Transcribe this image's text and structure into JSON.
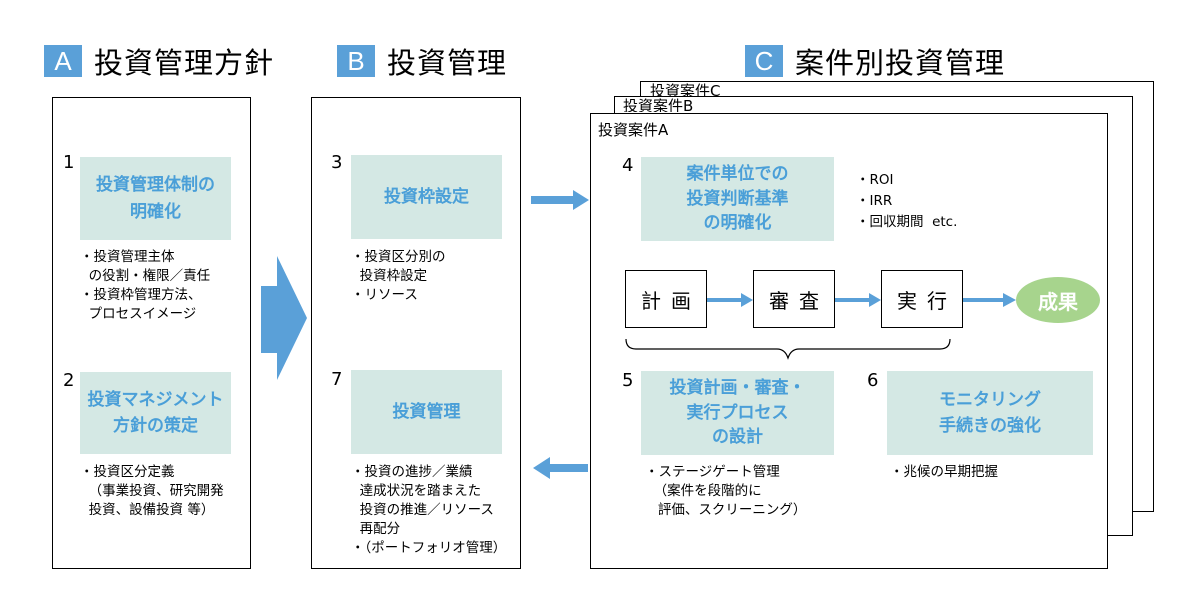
{
  "sections": {
    "a": {
      "letter": "A",
      "title": "投資管理方針"
    },
    "b": {
      "letter": "B",
      "title": "投資管理"
    },
    "c": {
      "letter": "C",
      "title": "案件別投資管理"
    }
  },
  "panel_a": {
    "item1": {
      "num": "1",
      "box": "投資管理体制の\n明確化",
      "bullets": [
        "・投資管理主体",
        "  の役割・権限／責任",
        "・投資枠管理方法、",
        "  プロセスイメージ"
      ]
    },
    "item2": {
      "num": "2",
      "box": "投資マネジメント\n方針の策定",
      "bullets": [
        "・投資区分定義",
        "  （事業投資、研究開発",
        "  投資、設備投資 等）"
      ]
    }
  },
  "panel_b": {
    "item3": {
      "num": "3",
      "box": "投資枠設定",
      "bullets": [
        "・投資区分別の",
        "  投資枠設定",
        "・リソース"
      ]
    },
    "item7": {
      "num": "7",
      "box": "投資管理",
      "bullets": [
        "・投資の進捗／業績",
        "  達成状況を踏まえた",
        "  投資の推進／リソース",
        "  再配分",
        "・（ポートフォリオ管理）"
      ]
    }
  },
  "panel_c": {
    "stack": [
      "投資案件C",
      "投資案件B",
      "投資案件A"
    ],
    "item4": {
      "num": "4",
      "box": "案件単位での\n投資判断基準\nの明確化",
      "bullets": [
        "・ROI",
        "・IRR",
        "・回収期間  etc."
      ]
    },
    "flow": [
      "計画",
      "審査",
      "実行"
    ],
    "result": "成果",
    "item5": {
      "num": "5",
      "box": "投資計画・審査・\n実行プロセス\nの設計",
      "bullets": [
        "・ステージゲート管理",
        "  （案件を段階的に",
        "   評価、スクリーニング）"
      ]
    },
    "item6": {
      "num": "6",
      "box": "モニタリング\n手続きの強化",
      "bullets": [
        "・兆候の早期把握"
      ]
    }
  },
  "colors": {
    "accent": "#5aa0d8",
    "teal_box": "#d4e8e4",
    "teal_text": "#4a9fd8",
    "result": "#a7d48d"
  }
}
